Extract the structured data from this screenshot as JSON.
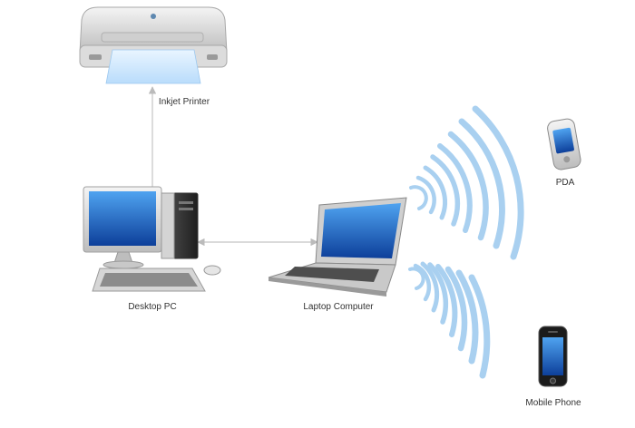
{
  "nodes": {
    "printer": {
      "label": "Inkjet Printer",
      "icon": "printer-icon"
    },
    "desktop": {
      "label": "Desktop PC",
      "icon": "desktop-pc-icon"
    },
    "laptop": {
      "label": "Laptop Computer",
      "icon": "laptop-icon"
    },
    "pda": {
      "label": "PDA",
      "icon": "pda-icon"
    },
    "phone": {
      "label": "Mobile Phone",
      "icon": "mobile-phone-icon"
    }
  },
  "connections": [
    {
      "from": "desktop",
      "to": "printer",
      "type": "wired"
    },
    {
      "from": "desktop",
      "to": "laptop",
      "type": "wired"
    },
    {
      "from": "laptop",
      "to": "pda",
      "type": "wireless"
    },
    {
      "from": "laptop",
      "to": "phone",
      "type": "wireless"
    }
  ],
  "colors": {
    "connector": "#bbbbbb",
    "wireless_wave": "#a9d0f0",
    "screen_blue": "#1e63c4",
    "paper": "#cfe8ff"
  }
}
